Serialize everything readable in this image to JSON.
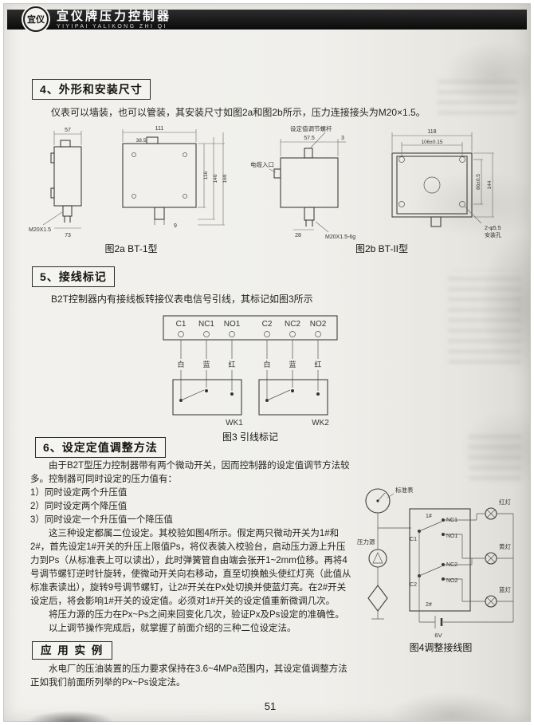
{
  "header": {
    "title": "宜仪牌压力控制器",
    "subtitle": "YIYIPAI YALIKONG ZHI QI",
    "logo_text": "宜仪"
  },
  "section4": {
    "title": "4、外形和安装尺寸",
    "body": "仪表可以墙装，也可以管装，其安装尺寸如图2a和图2b所示，压力连接接头为M20×1.5。"
  },
  "fig2a": {
    "caption": "图2a BT-1型",
    "dims": {
      "w_side": "57",
      "w_front": "111",
      "w_top": "38.5",
      "h1": "116",
      "h2": "146",
      "h3": "169",
      "d9": "9",
      "d73": "73",
      "thread": "M20X1.5"
    }
  },
  "fig2b": {
    "caption": "图2b BT-II型",
    "labels": {
      "screw": "设定值调节螺杆",
      "cable": "电缆入口",
      "d575": "57.5",
      "d3": "3",
      "d118": "118",
      "d106": "106±0.15",
      "d144": "144",
      "d86": "86±0.5",
      "holes": "2-φ5.5",
      "holes2": "安装孔",
      "thread": "M20X1.5-6g",
      "d28": "28"
    }
  },
  "section5": {
    "title": "5、接线标记",
    "body": "B2T控制器内有接线板转接仪表电信号引线，其标记如图3所示"
  },
  "fig3": {
    "caption": "图3 引线标记",
    "terminals": [
      "C1",
      "NC1",
      "NO1",
      "C2",
      "NC2",
      "NO2"
    ],
    "wires": [
      "白",
      "蓝",
      "红",
      "白",
      "蓝",
      "红"
    ],
    "switch1": "WK1",
    "switch2": "WK2"
  },
  "section6": {
    "title": "6、设定定值调整方法",
    "p1": "由于B2T型压力控制器带有两个微动开关，因而控制器的设定值调节方法较多。控制器可同时设定的压力值有：",
    "item1": "1）同时设定两个升压值",
    "item2": "2）同时设定两个降压值",
    "item3": "3）同时设定一个升压值一个降压值",
    "p2": "这三种设定都属二位设定。其校验如图4所示。假定两只微动开关为1#和2#，首先设定1#开关的升压上限值Ps，将仪表装入校验台，启动压力源上升压力到Ps（从标准表上可以读出），此时弹簧管自由端会张开1~2mm位移。再将4号调节螺钉逆时针旋转，使微动开关向右移动，直至切换触头使红灯亮（此值从标准表读出），旋转9号调节螺钉，让2#开关在Px处切换并使蓝灯亮。在2#开关设定后，将会影响1#开关的设定值。必须对1#开关的设定值重新微调几次。",
    "p3": "将压力源的压力在Px~Ps之间来回变化几次，验证Px及Ps设定的准确性。",
    "p4": "以上调节操作完成后，就掌握了前面介绍的三种二位设定法。"
  },
  "fig4": {
    "caption": "图4调整接线图",
    "labels": {
      "gauge": "标准表",
      "source": "压力源",
      "red": "红灯",
      "yellow": "黄灯",
      "blue": "蓝灯",
      "sw1": "1#",
      "sw2": "2#",
      "c1": "C1",
      "nc1": "NC1",
      "no1": "NO1",
      "c2": "C2",
      "nc2": "NC2",
      "no2": "NO2",
      "battery": "6V"
    }
  },
  "application": {
    "title": "应 用 实 例",
    "body": "水电厂的压油装置的压力要求保持在3.6~4MPa范围内，其设定值调整方法正如我们前面所列举的Px~Ps设定法。"
  },
  "page_number": "51"
}
